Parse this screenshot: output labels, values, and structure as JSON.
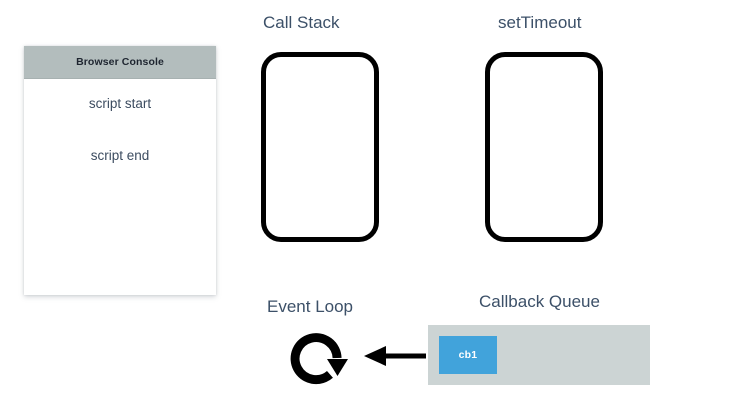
{
  "diagram": {
    "console": {
      "header_title": "Browser Console",
      "header_bg": "#b3bdbd",
      "log_lines": [
        {
          "text": "script start"
        },
        {
          "text": "script end"
        }
      ]
    },
    "call_stack": {
      "title": "Call Stack",
      "frames": []
    },
    "web_api": {
      "title": "setTimeout",
      "tasks": []
    },
    "event_loop": {
      "title": "Event Loop",
      "icon": "circular-arrow-icon",
      "direction": "clockwise"
    },
    "transfer_arrow": {
      "icon": "left-arrow-icon",
      "direction": "left"
    },
    "callback_queue": {
      "title": "Callback Queue",
      "bg": "#ccd4d4",
      "item_color": "#41a3db",
      "items": [
        {
          "label": "cb1"
        }
      ]
    },
    "colors": {
      "text": "#3c5068",
      "log_text": "#3c4c60",
      "stroke": "#000000",
      "accent": "#41a3db"
    }
  }
}
